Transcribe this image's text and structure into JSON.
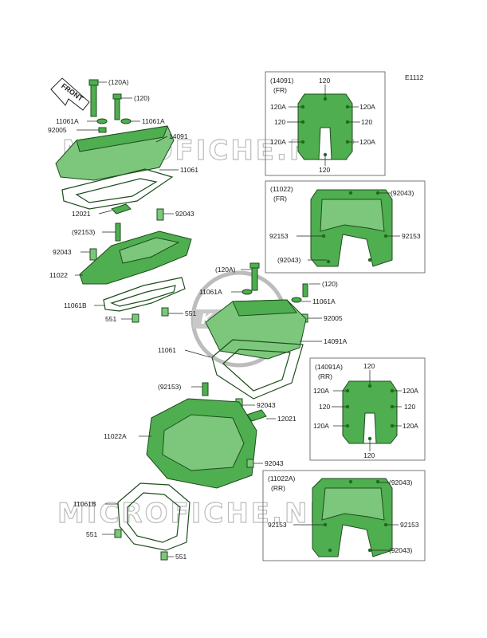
{
  "code": "E1112",
  "front_arrow": "FRONT",
  "watermark": {
    "text": "MICROFICHE.NET",
    "logo": "Kawasaki",
    "color": "#bcbcbc"
  },
  "colors": {
    "part_fill": "#4fae4f",
    "part_light": "#7cc77c",
    "outline": "#1d4d1d"
  },
  "upper": {
    "bolt_long": "(120A)",
    "bolt_short": "(120)",
    "washer_l": "11061A",
    "washer_r": "11061A",
    "grommet": "92005",
    "cover": "14091",
    "gasket": "11061",
    "plate": "12021",
    "pin_r": "92043",
    "bolt": "(92153)",
    "pin_l": "92043",
    "head_cover": "11022",
    "gasket_b": "11061B",
    "dowel_l": "551",
    "dowel_r": "551"
  },
  "lower": {
    "bolt_long": "(120A)",
    "washer_l": "11061A",
    "bolt_short": "(120)",
    "washer_r": "11061A",
    "grommet": "92005",
    "cover": "14091A",
    "gasket": "11061",
    "bolt": "(92153)",
    "pin_a": "92043",
    "plate": "12021",
    "head_cover": "11022A",
    "pin_b": "92043",
    "gasket_b": "11061B",
    "dowel_a": "551",
    "dowel_b": "551"
  },
  "inset1": {
    "title": "(14091)",
    "sub": "(FR)",
    "top": "120",
    "l1": "120A",
    "r1": "120A",
    "l2": "120",
    "r2": "120",
    "l3": "120A",
    "r3": "120A",
    "bottom": "120"
  },
  "inset2": {
    "title": "(11022)",
    "sub": "(FR)",
    "pin_top": "(92043)",
    "left": "92153",
    "right": "92153",
    "pin_bottom": "(92043)"
  },
  "inset3": {
    "title": "(14091A)",
    "sub": "(RR)",
    "top": "120",
    "l1": "120A",
    "r1": "120A",
    "l2": "120",
    "r2": "120",
    "l3": "120A",
    "r3": "120A",
    "bottom": "120"
  },
  "inset4": {
    "title": "(11022A)",
    "sub": "(RR)",
    "pin_top": "(92043)",
    "left": "92153",
    "right": "92153",
    "pin_bottom": "(92043)"
  }
}
